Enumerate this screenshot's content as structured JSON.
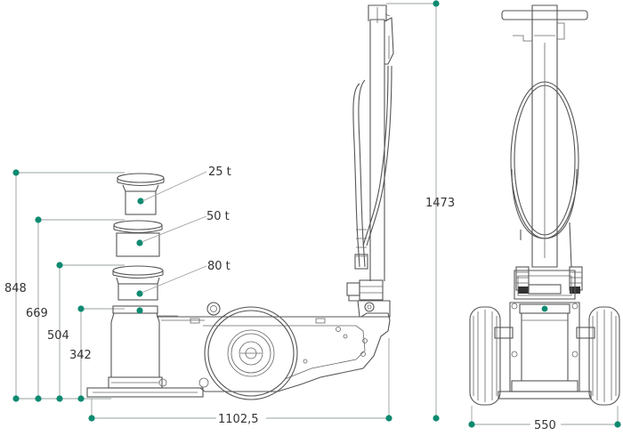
{
  "colors": {
    "accent": "#0e8a70",
    "line": "#555555",
    "dim": "#9aa0a0",
    "text": "#333333"
  },
  "capacities": [
    {
      "label": "25 t"
    },
    {
      "label": "50 t"
    },
    {
      "label": "80 t"
    }
  ],
  "heights": {
    "h848": "848",
    "h669": "669",
    "h504": "504",
    "h342": "342",
    "h1473": "1473"
  },
  "widths": {
    "length": "1102,5",
    "width": "550"
  }
}
